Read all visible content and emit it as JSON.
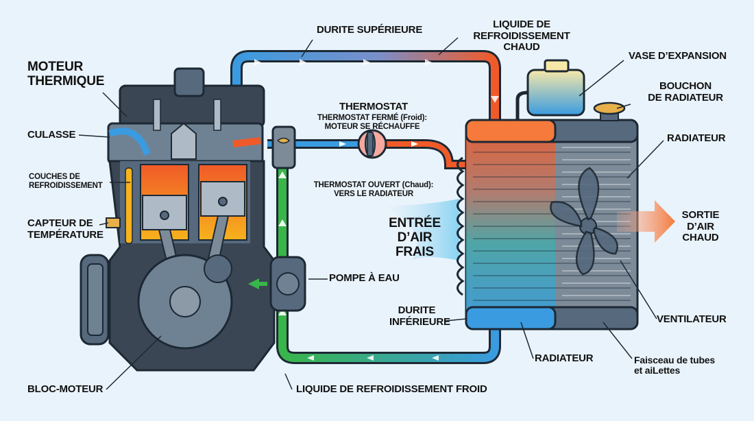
{
  "labels": {
    "moteur_thermique": "MOTEUR\nTHERMIQUE",
    "culasse": "CULASSE",
    "couches": "COUCHES DE\nREFROIDISSEMENT",
    "capteur": "CAPTEUR DE\nTEMPÉRATURE",
    "bloc_moteur": "BLOC-MOTEUR",
    "durite_superieure": "DURITE SUPÉRIEURE",
    "liquide_chaud": "LIQUIDE DE\nREFROIDISSEMENT\nCHAUD",
    "vase": "VASE D’EXPANSION",
    "bouchon": "BOUCHON\nDE RADIATEUR",
    "radiateur_top": "RADIATEUR",
    "thermostat": "THERMOSTAT",
    "thermostat_ferme": "THERMOSTAT FERMÉ (Froid):\nMOTEUR SE RÉCHAUFFE",
    "thermostat_ouvert": "THERMOSTAT OUVERT (Chaud):\nVERS LE RADIATEUR",
    "entree_air": "ENTRÉE\nD’AIR FRAIS",
    "sortie_air": "SORTIE\nD’AIR\nCHAUD",
    "pompe": "POMPE À EAU",
    "durite_inferieure": "DURITE\nINFÉRIEURE",
    "ventilateur": "VENTILATEUR",
    "radiateur_bottom": "RADIATEUR",
    "faisceau": "Faisceau de tubes\net aiLettes",
    "liquide_froid": "LIQUIDE DE REFROIDISSEMENT FROID"
  },
  "colors": {
    "hot": "#f05a28",
    "warm": "#f7941d",
    "cool": "#3a9be0",
    "cold": "#39b54a",
    "engine": "#56697d",
    "outline": "#1c2833",
    "background": "#e9f3fb"
  }
}
